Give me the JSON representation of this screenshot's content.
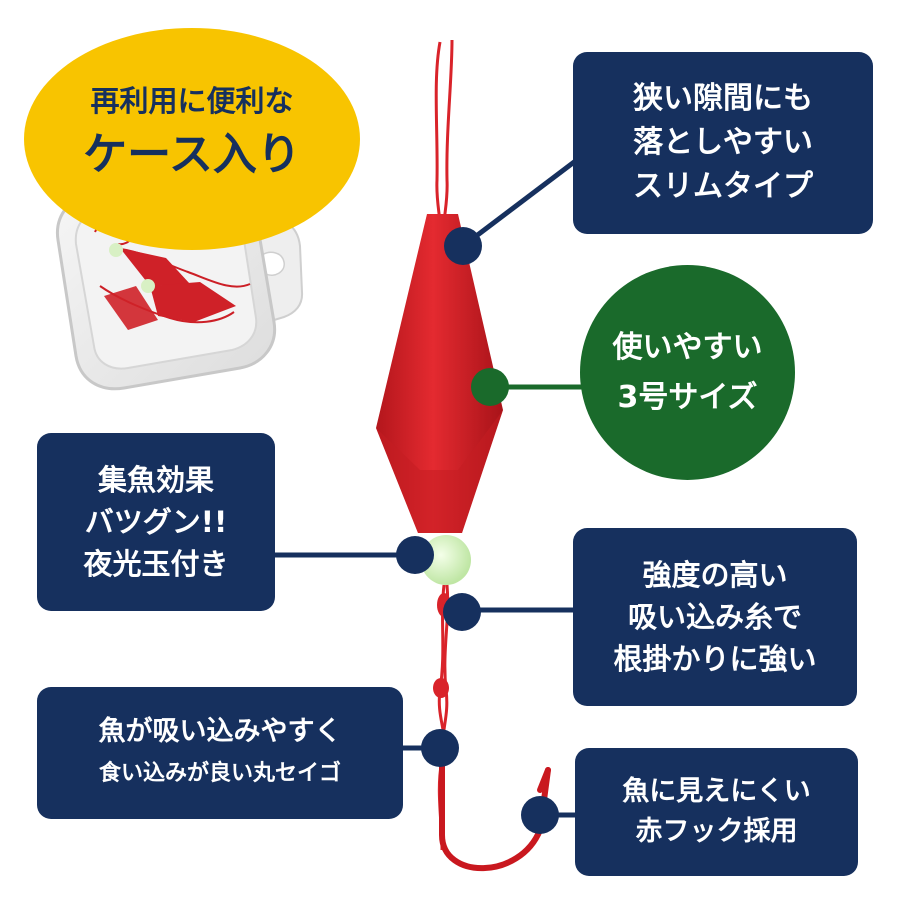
{
  "case_bubble": {
    "line1": "再利用に便利な",
    "line2": "ケース入り"
  },
  "callouts": {
    "slim": [
      "狭い隙間にも",
      "落としやすい",
      "スリムタイプ"
    ],
    "size": [
      "使いやすい",
      "3号サイズ"
    ],
    "glow": [
      "集魚効果",
      "バツグン!!",
      "夜光玉付き"
    ],
    "line": [
      "強度の高い",
      "吸い込み糸で",
      "根掛かりに強い"
    ],
    "hook_shape": [
      "魚が吸い込みやすく",
      "食い込みが良い丸セイゴ"
    ],
    "red_hook": [
      "魚に見えにくい",
      "赤フック採用"
    ]
  },
  "colors": {
    "navy": "#16305e",
    "green": "#1a6a2b",
    "yellow": "#f8c400",
    "float_red": "#d9232a",
    "glow_bead": "#dff5c8"
  }
}
